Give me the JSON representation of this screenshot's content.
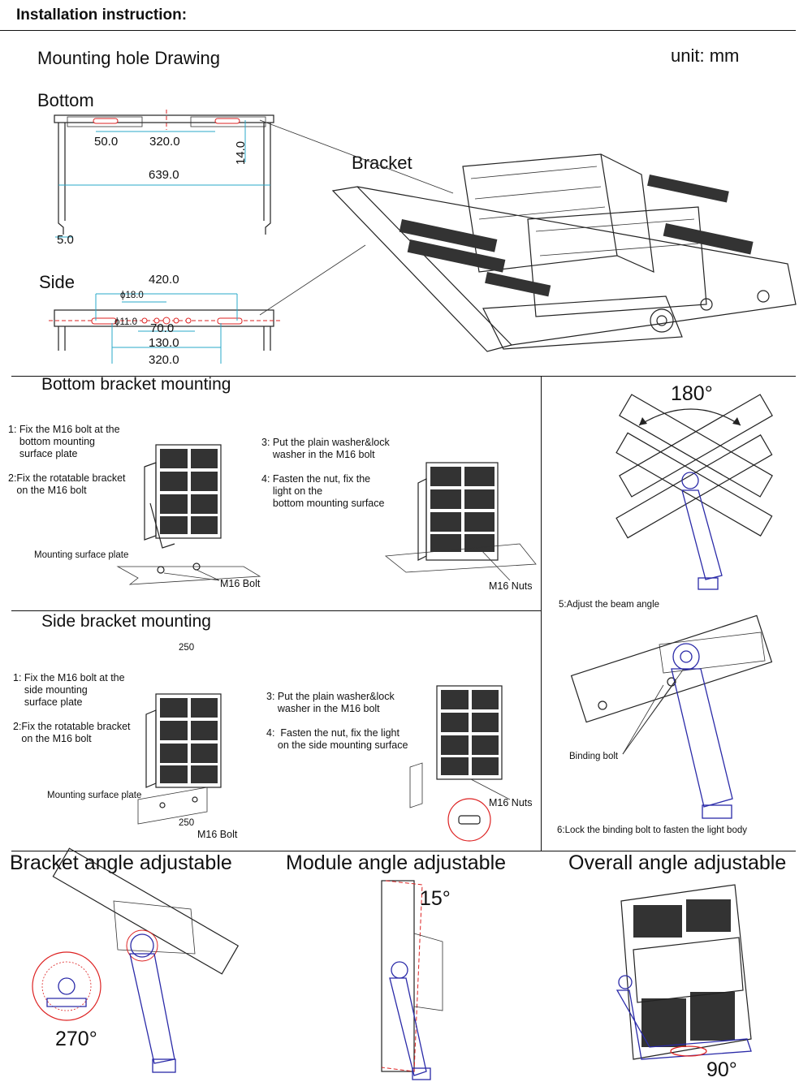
{
  "header": {
    "title": "Installation instruction:"
  },
  "drawing": {
    "title": "Mounting hole Drawing",
    "unit": "unit: mm",
    "bottom_label": "Bottom",
    "side_label": "Side",
    "bracket_label": "Bracket",
    "bottom_dims": {
      "d50": "50.0",
      "d320": "320.0",
      "d14": "14.0",
      "d639": "639.0",
      "d5": "5.0"
    },
    "side_dims": {
      "d420": "420.0",
      "d18": "ϕ18.0",
      "d11": "ϕ11.0",
      "d70": "70.0",
      "d130": "130.0",
      "d320": "320.0"
    }
  },
  "bottom_mounting": {
    "title": "Bottom bracket mounting",
    "step12": "1: Fix the M16 bolt at the\n    bottom mounting\n    surface plate\n\n2:Fix the rotatable bracket\n   on the M16 bolt",
    "step34": "3: Put the plain washer&lock\n    washer in the M16 bolt\n\n4: Fasten the nut, fix the\n    light on the\n    bottom mounting surface",
    "plate_label": "Mounting surface plate",
    "bolt_label": "M16 Bolt",
    "nuts_label": "M16 Nuts"
  },
  "side_mounting": {
    "title": "Side bracket mounting",
    "mark1": "250",
    "step12": "1: Fix the M16 bolt at the\n    side mounting\n    surface plate\n\n2:Fix the rotatable bracket\n   on the M16 bolt",
    "step34": "3: Put the plain washer&lock\n    washer in the M16 bolt\n\n4:  Fasten the nut, fix the light\n    on the side mounting surface",
    "plate_label": "Mounting surface plate",
    "mark2": "250",
    "bolt_label": "M16 Bolt",
    "nuts_label": "M16 Nuts"
  },
  "adjust": {
    "angle180": "180°",
    "step5": "5:Adjust the beam angle",
    "binding_label": "Binding bolt",
    "step6": "6:Lock the binding bolt to fasten the light body"
  },
  "bottom_row": {
    "bracket_title": "Bracket angle adjustable",
    "module_title": "Module angle adjustable",
    "overall_title": "Overall angle adjustable",
    "angle270": "270°",
    "angle15": "15°",
    "angle90": "90°"
  }
}
